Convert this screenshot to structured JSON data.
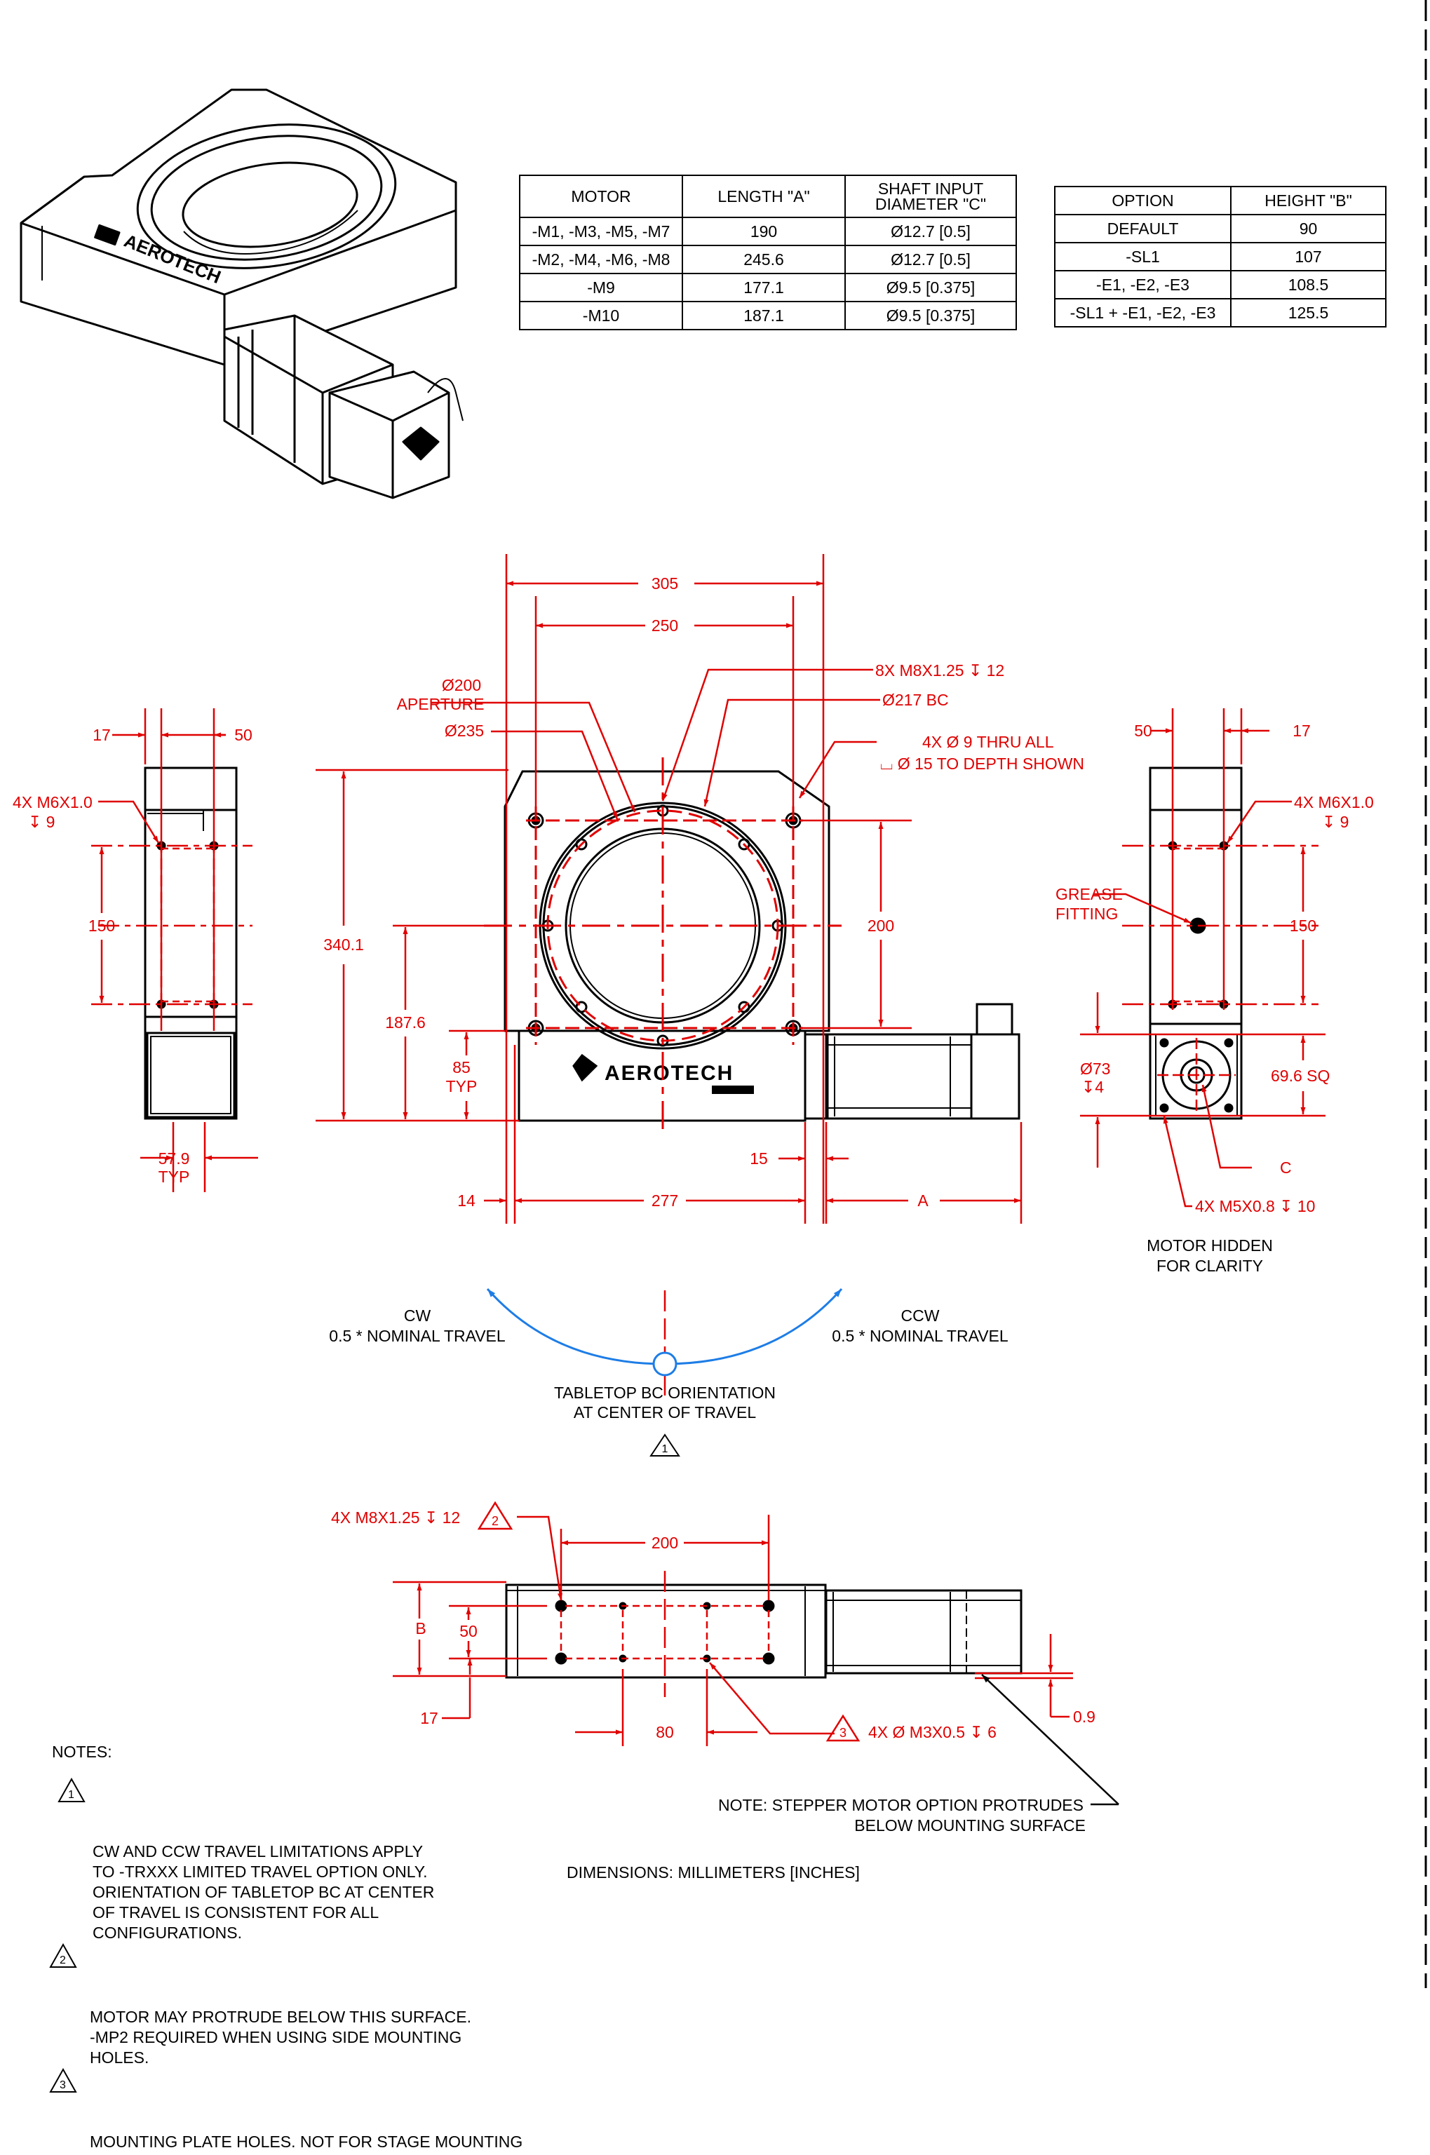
{
  "motor_table": {
    "headers": [
      "MOTOR",
      "LENGTH \"A\"",
      "SHAFT INPUT\nDIAMETER \"C\""
    ],
    "rows": [
      [
        "-M1, -M3, -M5, -M7",
        "190",
        "Ø12.7 [0.5]"
      ],
      [
        "-M2, -M4, -M6, -M8",
        "245.6",
        "Ø12.7 [0.5]"
      ],
      [
        "-M9",
        "177.1",
        "Ø9.5 [0.375]"
      ],
      [
        "-M10",
        "187.1",
        "Ø9.5 [0.375]"
      ]
    ]
  },
  "option_table": {
    "headers": [
      "OPTION",
      "HEIGHT \"B\""
    ],
    "rows": [
      [
        "DEFAULT",
        "90"
      ],
      [
        "-SL1",
        "107"
      ],
      [
        "-E1, -E2, -E3",
        "108.5"
      ],
      [
        "-SL1 + -E1, -E2, -E3",
        "125.5"
      ]
    ]
  },
  "brand": {
    "logo": "AEROTECH"
  },
  "dims": {
    "d305": "305",
    "d250": "250",
    "aperture_dia": "Ø200",
    "aperture": "APERTURE",
    "dia235": "Ø235",
    "holes_8x": "8X M8X1.25 ↧ 12",
    "bc217": "Ø217 BC",
    "thru_4x": "4X Ø 9 THRU ALL",
    "cbore": "⌴ Ø 15 TO DEPTH SHOWN",
    "d340": "340.1",
    "d187": "187.6",
    "d85": "85",
    "typ": "TYP",
    "d200v": "200",
    "d14": "14",
    "d277": "277",
    "d15": "15",
    "dA": "A",
    "left_17": "17",
    "left_50": "50",
    "left_m6": "4X M6X1.0",
    "left_m6_depth": "↧ 9",
    "left_150": "150",
    "left_579": "57.9",
    "left_typ": "TYP",
    "right_50": "50",
    "right_17": "17",
    "right_m6": "4X M6X1.0",
    "right_m6_depth": "↧ 9",
    "grease1": "GREASE",
    "grease2": "FITTING",
    "right_150": "150",
    "dia73": "Ø73",
    "dia73_depth": "↧4",
    "sq696": "69.6 SQ",
    "c_label": "C",
    "m5": "4X M5X0.8 ↧ 10",
    "motor_hidden1": "MOTOR HIDDEN",
    "motor_hidden2": "FOR CLARITY",
    "cw1": "CW",
    "cw2": "0.5 * NOMINAL TRAVEL",
    "ccw1": "CCW",
    "ccw2": "0.5 * NOMINAL TRAVEL",
    "tabletop1": "TABLETOP BC ORIENTATION",
    "tabletop2": "AT CENTER OF TRAVEL",
    "note1_ref": "1",
    "bottom_m8": "4X M8X1.25 ↧ 12",
    "note2_ref": "2",
    "bottom_200": "200",
    "bottom_B": "B",
    "bottom_50": "50",
    "bottom_17": "17",
    "bottom_80": "80",
    "note3_ref": "3",
    "bottom_m3": "4X Ø M3X0.5 ↧ 6",
    "bottom_09": "0.9",
    "stepper1": "NOTE: STEPPER MOTOR OPTION PROTRUDES",
    "stepper2": "BELOW MOUNTING SURFACE",
    "dimensions": "DIMENSIONS:  MILLIMETERS [INCHES]"
  },
  "notes": {
    "header": "NOTES:",
    "items": [
      {
        "num": "1",
        "text": "CW AND CCW TRAVEL LIMITATIONS APPLY\nTO -TRXXX LIMITED TRAVEL OPTION ONLY.\nORIENTATION OF TABLETOP BC AT CENTER\nOF TRAVEL IS CONSISTENT FOR ALL\nCONFIGURATIONS."
      },
      {
        "num": "2",
        "text": "MOTOR MAY PROTRUDE BELOW THIS SURFACE.\n-MP2 REQUIRED WHEN USING SIDE MOUNTING\nHOLES."
      },
      {
        "num": "3",
        "text": "MOUNTING PLATE HOLES. NOT FOR STAGE MOUNTING"
      }
    ]
  },
  "colors": {
    "dimension": "#e00000",
    "travel_arc": "#1e7de6",
    "outline": "#000000"
  }
}
